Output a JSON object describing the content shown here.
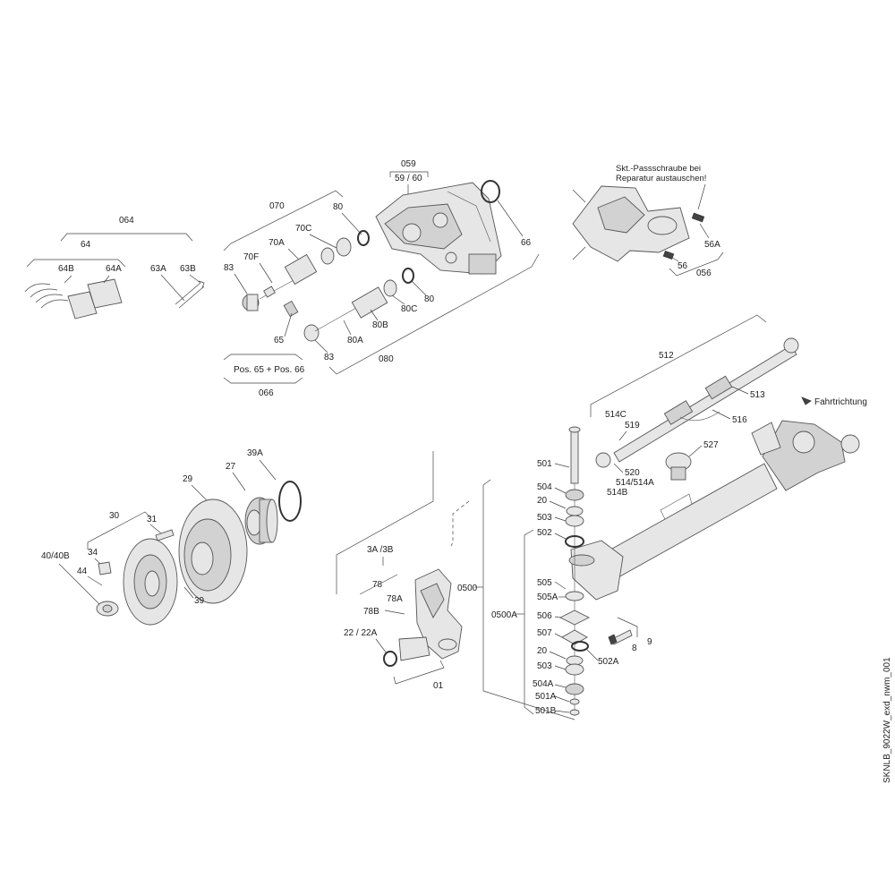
{
  "labels": {
    "l064": "064",
    "l64": "64",
    "l64B": "64B",
    "l64A": "64A",
    "l63A": "63A",
    "l63B": "63B",
    "l070": "070",
    "l80a": "80",
    "l70C": "70C",
    "l70A": "70A",
    "l70F": "70F",
    "l83a": "83",
    "l65": "65",
    "l80A": "80A",
    "l80B": "80B",
    "l83b": "83",
    "l80C": "80C",
    "l80b": "80",
    "l080": "080",
    "lpos": "Pos. 65 + Pos. 66",
    "l066": "066",
    "l059": "059",
    "l5960": "59 / 60",
    "l66": "66",
    "skt1": "Skt.-Passschraube bei",
    "skt2": "Reparatur austauschen!",
    "l56A": "56A",
    "l56": "56",
    "l056": "056",
    "l512": "512",
    "l513": "513",
    "l516": "516",
    "l514C": "514C",
    "l519": "519",
    "l527": "527",
    "l520": "520",
    "l514": "514/514A",
    "l514B": "514B",
    "fahrt": "Fahrtrichtung",
    "l501": "501",
    "l504": "504",
    "l20a": "20",
    "l503a": "503",
    "l502": "502",
    "l0500": "0500",
    "l0500A": "0500A",
    "l505": "505",
    "l505A": "505A",
    "l506": "506",
    "l507": "507",
    "l20b": "20",
    "l502A": "502A",
    "l503b": "503",
    "l504A": "504A",
    "l501A": "501A",
    "l501B": "501B",
    "l8": "8",
    "l9": "9",
    "l3A3B": "3A /3B",
    "l78": "78",
    "l78A": "78A",
    "l78B": "78B",
    "l22": "22 / 22A",
    "l01": "01",
    "l30": "30",
    "l31": "31",
    "l29": "29",
    "l27": "27",
    "l39A": "39A",
    "l34": "34",
    "l4040B": "40/40B",
    "l44": "44",
    "l39": "39",
    "drawing_id": "SKNLB_9022W_exd_nwm_001"
  },
  "icons": [
    "brake-pad-icon",
    "brake-caliper-icon",
    "brake-disc-icon",
    "wheel-hub-icon",
    "steering-knuckle-icon",
    "axle-beam-icon",
    "tie-rod-icon",
    "kingpin-icon",
    "direction-arrow-icon"
  ]
}
